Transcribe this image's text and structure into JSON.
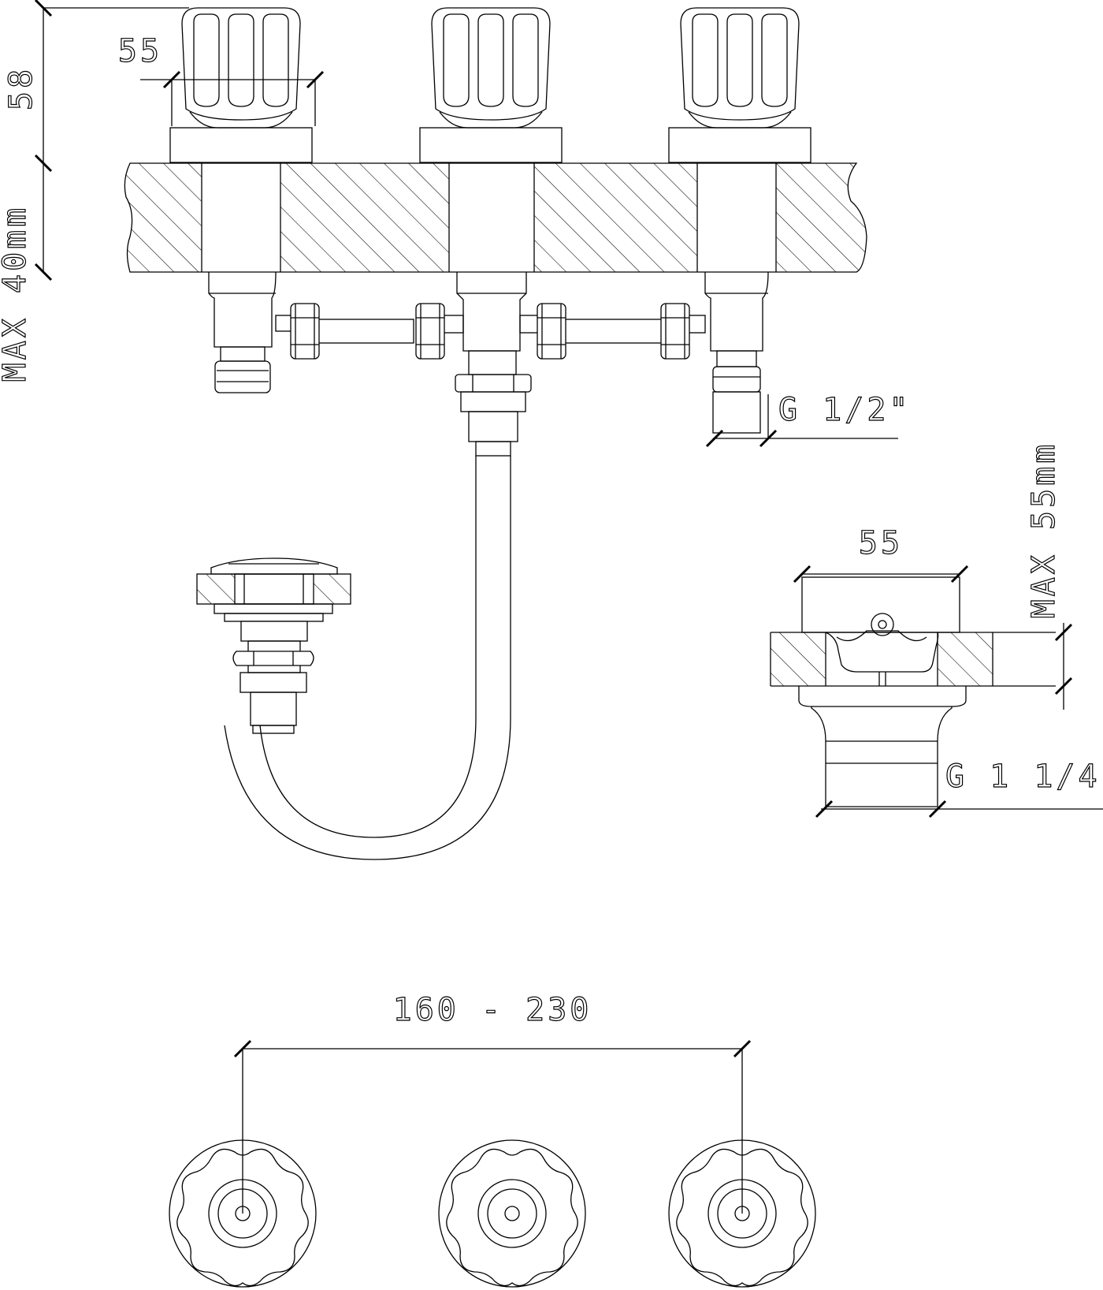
{
  "dimensions": {
    "handle_height": "58",
    "handle_width": "55",
    "max_deck_thickness": "MAX 40mm",
    "supply_thread": "G 1/2\"",
    "drain_width": "55",
    "max_drain_deck": "MAX 55mm",
    "drain_thread": "G 1 1/4\"",
    "center_spacing": "160 - 230"
  }
}
